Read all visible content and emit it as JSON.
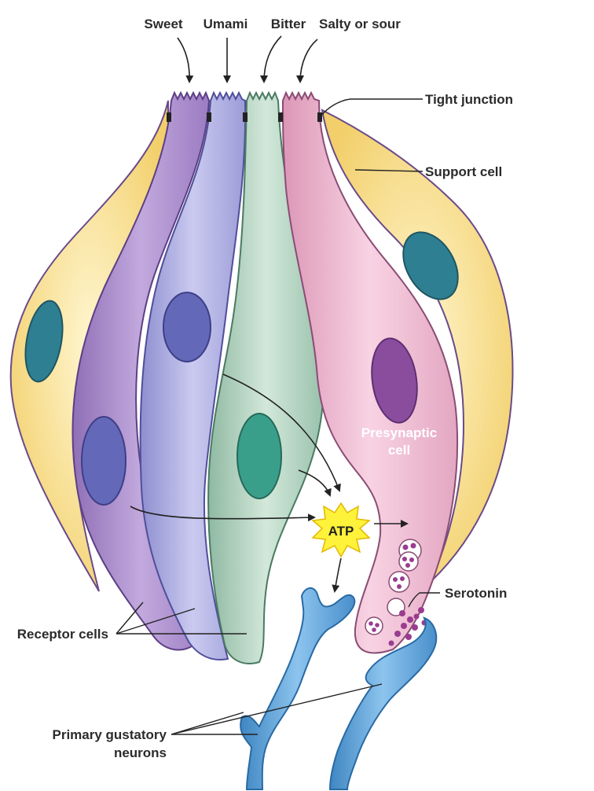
{
  "labels": {
    "sweet": "Sweet",
    "umami": "Umami",
    "bitter": "Bitter",
    "salty_sour": "Salty or sour",
    "tight_junction": "Tight junction",
    "support_cell": "Support cell",
    "presynaptic_line1": "Presynaptic",
    "presynaptic_line2": "cell",
    "atp": "ATP",
    "serotonin": "Serotonin",
    "receptor_cells": "Receptor cells",
    "neurons_line1": "Primary gustatory",
    "neurons_line2": "neurons"
  },
  "colors": {
    "support_cell": "#f7dc8c",
    "sweet_cell": "#a98bc9",
    "umami_cell": "#a6a6dc",
    "bitter_cell": "#aacbb8",
    "presynaptic_cell": "#eab3cb",
    "neuron": "#5a9fd4",
    "nucleus_teal": "#2f7f92",
    "nucleus_blue": "#6468b8",
    "nucleus_green": "#3a9f8a",
    "nucleus_purple": "#8a4d9e",
    "atp_burst": "#fff23a",
    "vesicle_dot": "#9a3c8f"
  }
}
